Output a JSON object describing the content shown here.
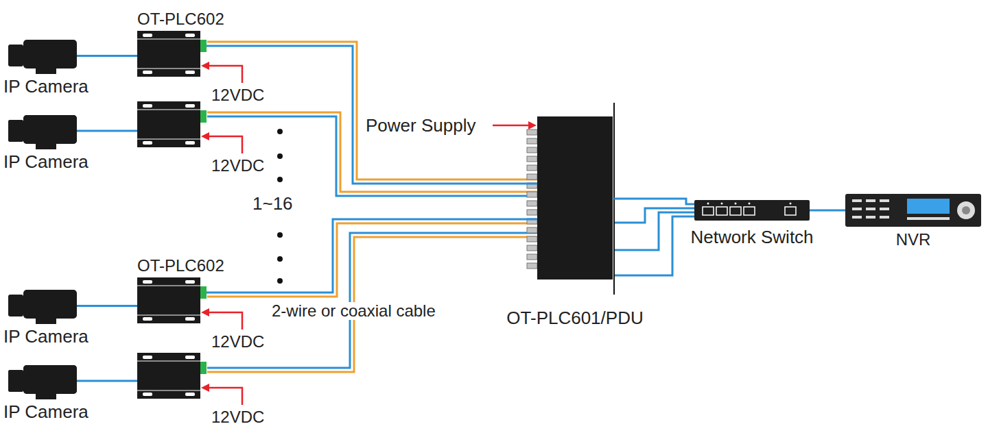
{
  "diagram": {
    "nodes": [
      {
        "text": [
          "IP Camera"
        ]
      },
      {
        "text": [
          "OT-PLC602"
        ]
      },
      {
        "text": [
          "IP Camera"
        ]
      },
      {
        "text": [
          "IP Camera"
        ]
      },
      {
        "text": [
          "OT-PLC602"
        ]
      },
      {
        "text": [
          "IP Camera"
        ]
      },
      {
        "text": [
          "OT-PLC601/PDU"
        ]
      },
      {
        "text": [
          "Network Switch"
        ]
      },
      {
        "text": [
          "NVR"
        ]
      }
    ],
    "edges": [
      {
        "from": 0,
        "to": 1,
        "arrow": "none"
      },
      {
        "from": 3,
        "to": 4,
        "arrow": "none"
      },
      {
        "from": 1,
        "to": 6,
        "arrow": "none"
      },
      {
        "from": 4,
        "to": 6,
        "arrow": "none"
      },
      {
        "from": 6,
        "to": 7,
        "arrow": "none"
      },
      {
        "from": 7,
        "to": 8,
        "arrow": "none"
      }
    ],
    "labels": [
      "12VDC",
      "12VDC",
      "12VDC",
      "12VDC",
      "Power Supply",
      "1~16",
      "2-wire or coaxial cable"
    ]
  }
}
